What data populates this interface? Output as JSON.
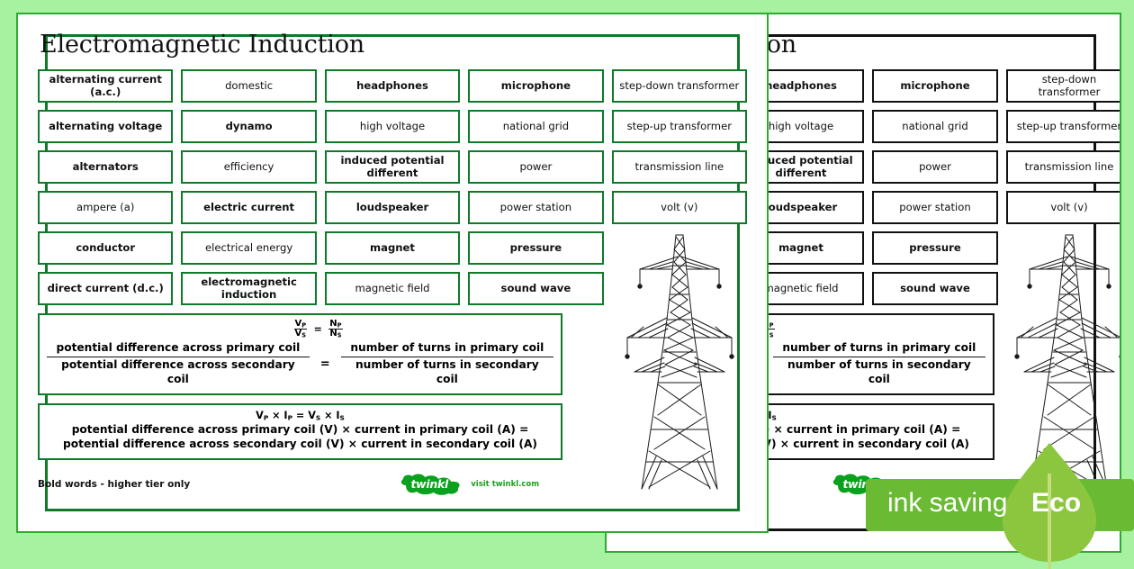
{
  "page": {
    "title": "Electromagnetic Induction",
    "footer_note": "Bold words - higher tier only",
    "brand": "twinkl",
    "brand_visit": "visit twinkl.com"
  },
  "colors": {
    "background": "#a6f2a0",
    "frame_green": "#0f7a28",
    "page_border_green": "#2eaa2e",
    "frame_black": "#111111",
    "eco_bar": "#6aba34",
    "eco_leaf": "#8cc63f",
    "twinkl_green": "#1e9e1e"
  },
  "grid": {
    "columns": 5,
    "rows": 6,
    "cells": [
      {
        "label": "alternating current (a.c.)",
        "bold": true
      },
      {
        "label": "domestic",
        "bold": false
      },
      {
        "label": "headphones",
        "bold": true
      },
      {
        "label": "microphone",
        "bold": true
      },
      {
        "label": "step-down transformer",
        "bold": false
      },
      {
        "label": "alternating voltage",
        "bold": true
      },
      {
        "label": "dynamo",
        "bold": true
      },
      {
        "label": "high voltage",
        "bold": false
      },
      {
        "label": "national grid",
        "bold": false
      },
      {
        "label": "step-up transformer",
        "bold": false
      },
      {
        "label": "alternators",
        "bold": true
      },
      {
        "label": "efficiency",
        "bold": false
      },
      {
        "label": "induced potential different",
        "bold": true
      },
      {
        "label": "power",
        "bold": false
      },
      {
        "label": "transmission line",
        "bold": false
      },
      {
        "label": "ampere (a)",
        "bold": false
      },
      {
        "label": "electric current",
        "bold": true
      },
      {
        "label": "loudspeaker",
        "bold": true
      },
      {
        "label": "power station",
        "bold": false
      },
      {
        "label": "volt (v)",
        "bold": false
      },
      {
        "label": "conductor",
        "bold": true
      },
      {
        "label": "electrical energy",
        "bold": false
      },
      {
        "label": "magnet",
        "bold": true
      },
      {
        "label": "pressure",
        "bold": true
      },
      {
        "label": "direct current (d.c.)",
        "bold": true
      },
      {
        "label": "electromagnetic induction",
        "bold": true
      },
      {
        "label": "magnetic field",
        "bold": false
      },
      {
        "label": "sound wave",
        "bold": true
      }
    ],
    "image_cell": "electricity-pylon"
  },
  "formula_one": {
    "symbolic_num_left": "V",
    "symbolic_num_left_sub": "P",
    "symbolic_den_left": "V",
    "symbolic_den_left_sub": "S",
    "equals": "=",
    "symbolic_num_right": "N",
    "symbolic_num_right_sub": "P",
    "symbolic_den_right": "N",
    "symbolic_den_right_sub": "S",
    "words_num_left": "potential difference across primary coil",
    "words_den_left": "potential difference across secondary coil",
    "words_num_right": "number of turns in primary coil",
    "words_den_right": "number of turns in secondary coil"
  },
  "formula_two": {
    "symbolic_v1": "V",
    "symbolic_v1_sub": "P",
    "times1": "×",
    "symbolic_i1": "I",
    "symbolic_i1_sub": "P",
    "equals": "=",
    "symbolic_v2": "V",
    "symbolic_v2_sub": "S",
    "times2": "×",
    "symbolic_i2": "I",
    "symbolic_i2_sub": "S",
    "line2": "potential difference across primary coil (V) × current in primary coil (A) =",
    "line3": "potential difference across secondary coil (V) × current in secondary coil (A)"
  },
  "eco_badge": {
    "text_left": "ink saving",
    "text_right": "Eco"
  }
}
